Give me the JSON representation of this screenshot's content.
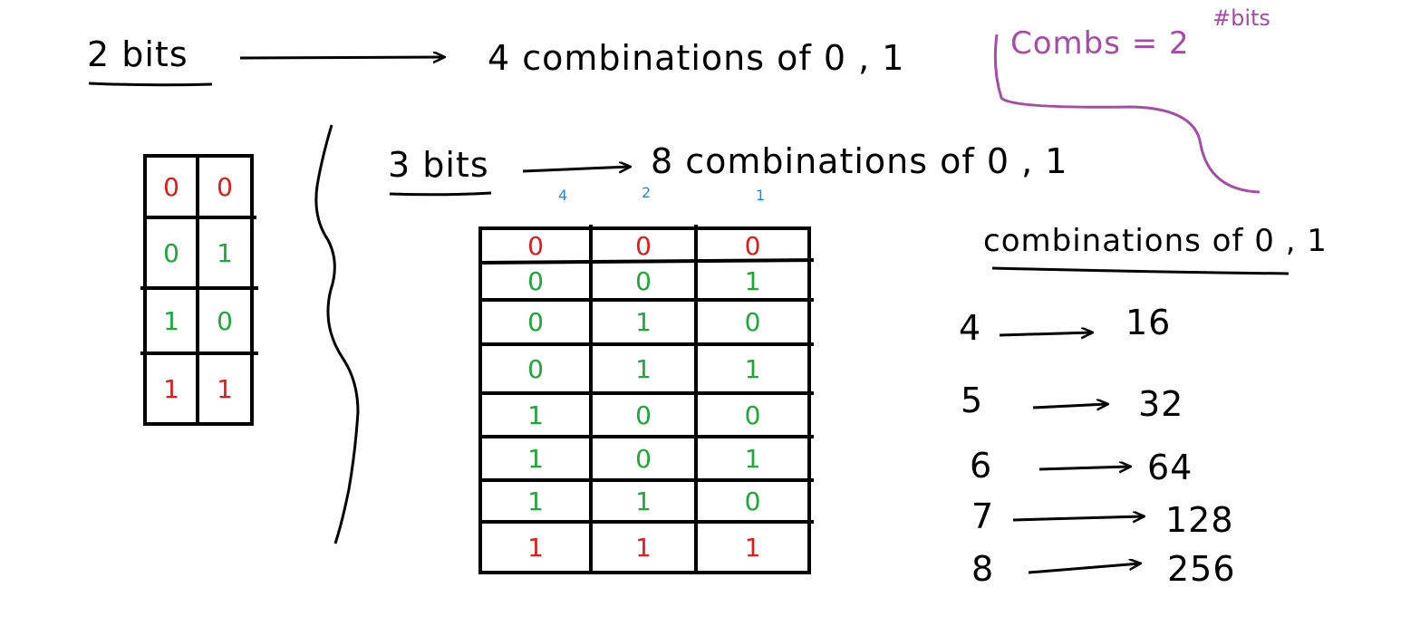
{
  "colors": {
    "ink": "#000000",
    "red": "#e01b1b",
    "green": "#1fa83a",
    "blue": "#1a8ce0",
    "purple": "#a64ca6"
  },
  "two_bits": {
    "label": "2 bits",
    "result": "4 combinations of 0 , 1",
    "table": [
      [
        {
          "v": "0",
          "c": "red"
        },
        {
          "v": "0",
          "c": "red"
        }
      ],
      [
        {
          "v": "0",
          "c": "green"
        },
        {
          "v": "1",
          "c": "green"
        }
      ],
      [
        {
          "v": "1",
          "c": "green"
        },
        {
          "v": "0",
          "c": "green"
        }
      ],
      [
        {
          "v": "1",
          "c": "red"
        },
        {
          "v": "1",
          "c": "red"
        }
      ]
    ]
  },
  "formula": {
    "lhs": "Combs = 2",
    "exponent": "#bits"
  },
  "three_bits": {
    "label": "3 bits",
    "result": "8 combinations of 0 , 1",
    "weights": [
      "4",
      "2",
      "1"
    ],
    "table": [
      [
        {
          "v": "0",
          "c": "red"
        },
        {
          "v": "0",
          "c": "red"
        },
        {
          "v": "0",
          "c": "red"
        }
      ],
      [
        {
          "v": "0",
          "c": "green"
        },
        {
          "v": "0",
          "c": "green"
        },
        {
          "v": "1",
          "c": "green"
        }
      ],
      [
        {
          "v": "0",
          "c": "green"
        },
        {
          "v": "1",
          "c": "green"
        },
        {
          "v": "0",
          "c": "green"
        }
      ],
      [
        {
          "v": "0",
          "c": "green"
        },
        {
          "v": "1",
          "c": "green"
        },
        {
          "v": "1",
          "c": "green"
        }
      ],
      [
        {
          "v": "1",
          "c": "green"
        },
        {
          "v": "0",
          "c": "green"
        },
        {
          "v": "0",
          "c": "green"
        }
      ],
      [
        {
          "v": "1",
          "c": "green"
        },
        {
          "v": "0",
          "c": "green"
        },
        {
          "v": "1",
          "c": "green"
        }
      ],
      [
        {
          "v": "1",
          "c": "green"
        },
        {
          "v": "1",
          "c": "green"
        },
        {
          "v": "0",
          "c": "green"
        }
      ],
      [
        {
          "v": "1",
          "c": "red"
        },
        {
          "v": "1",
          "c": "red"
        },
        {
          "v": "1",
          "c": "red"
        }
      ]
    ]
  },
  "combinations_list": {
    "heading": "combinations of 0 , 1",
    "rows": [
      {
        "bits": "4",
        "combs": "16"
      },
      {
        "bits": "5",
        "combs": "32"
      },
      {
        "bits": "6",
        "combs": "64"
      },
      {
        "bits": "7",
        "combs": "128"
      },
      {
        "bits": "8",
        "combs": "256"
      }
    ]
  }
}
